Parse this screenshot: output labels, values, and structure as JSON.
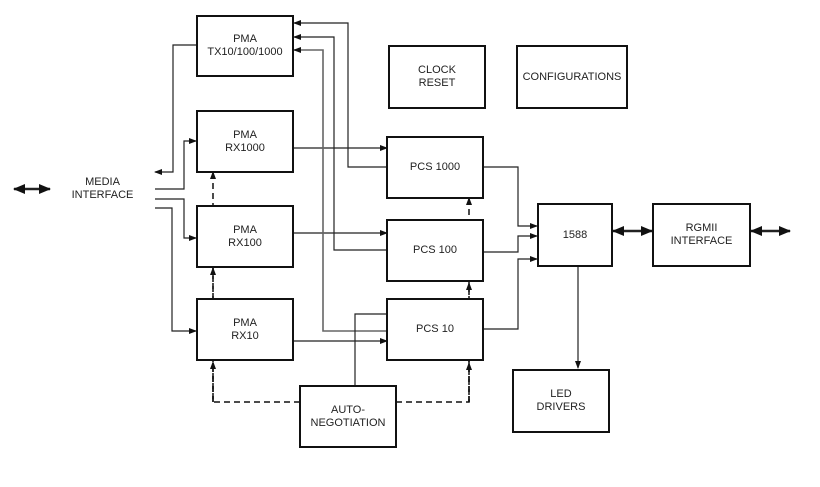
{
  "diagram": {
    "blocks": {
      "pma_tx": [
        "PMA",
        "TX10/100/1000"
      ],
      "pma_rx1000": [
        "PMA",
        "RX1000"
      ],
      "pma_rx100": [
        "PMA",
        "RX100"
      ],
      "pma_rx10": [
        "PMA",
        "RX10"
      ],
      "clock_reset": [
        "CLOCK",
        "RESET"
      ],
      "configurations": [
        "CONFIGURATIONS"
      ],
      "pcs1000": [
        "PCS 1000"
      ],
      "pcs100": [
        "PCS 100"
      ],
      "pcs10": [
        "PCS 10"
      ],
      "b1588": [
        "1588"
      ],
      "rgmii": [
        "RGMII",
        "INTERFACE"
      ],
      "led": [
        "LED",
        "DRIVERS"
      ],
      "autoneg": [
        "AUTO-",
        "NEGOTIATION"
      ]
    },
    "media_interface": [
      "MEDIA",
      "INTERFACE"
    ]
  }
}
